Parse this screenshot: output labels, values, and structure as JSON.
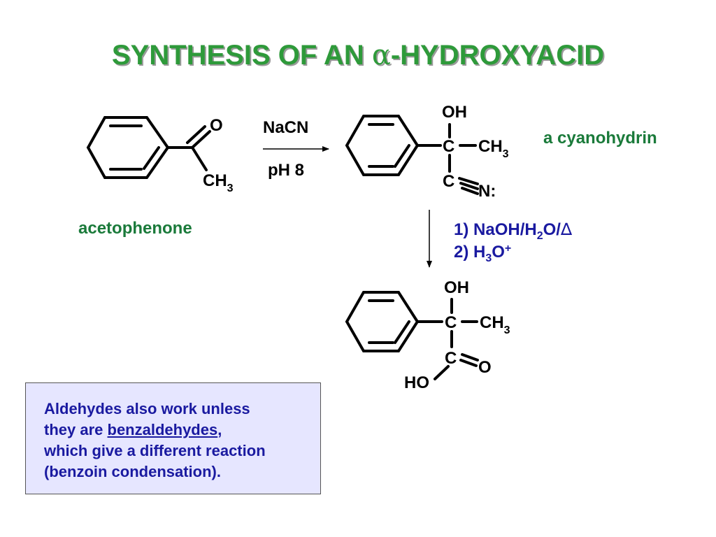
{
  "slide": {
    "title": "SYNTHESIS OF AN ",
    "title_alpha": "α",
    "title_suffix": "-HYDROXYACID",
    "title_color": "#2e9a3a"
  },
  "starting_material": {
    "name": "acetophenone",
    "o_label": "O",
    "ch3_label": "CH",
    "ch3_sub": "3"
  },
  "step1": {
    "reagent": "NaCN",
    "condition": "pH 8"
  },
  "cyanohydrin": {
    "name": "a cyanohydrin",
    "oh_label": "OH",
    "c_label": "C",
    "ch3_label": "CH",
    "ch3_sub": "3",
    "nitrile_c": "C",
    "nitrile_n": "N:"
  },
  "step2": {
    "line1_a": "1) NaOH/H",
    "line1_sub": "2",
    "line1_b": "O/",
    "line1_delta": "∆",
    "line2_a": "2) H",
    "line2_sub": "3",
    "line2_b": "O",
    "line2_sup": "+"
  },
  "hydroxyacid": {
    "oh_label": "OH",
    "c_label": "C",
    "ch3_label": "CH",
    "ch3_sub": "3",
    "carboxyl_c": "C",
    "carboxyl_o": "O",
    "ho_label": "HO"
  },
  "note": {
    "line1": "Aldehydes also work unless",
    "line2_a": "they are  ",
    "line2_link": "benzaldehydes",
    "line2_b": ",",
    "line3": "which give  a different reaction",
    "line4": "(benzoin condensation).",
    "background": "#e6e6ff",
    "text_color": "#1a1aa0"
  },
  "colors": {
    "label_green": "#1a7a3a",
    "label_blue": "#1a1aa0"
  }
}
